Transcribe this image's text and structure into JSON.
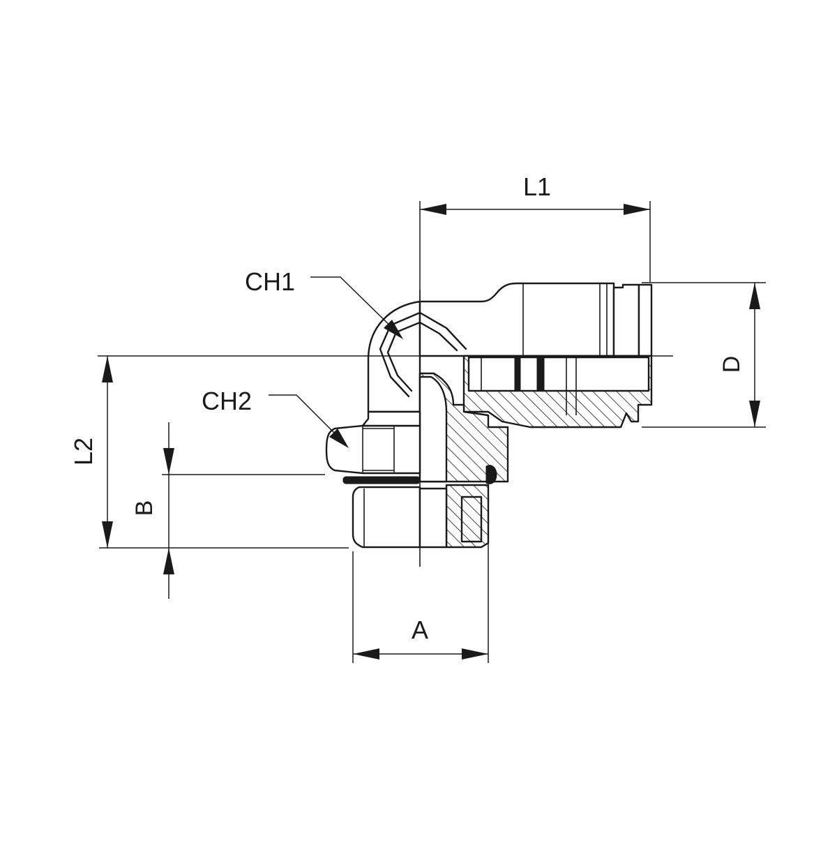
{
  "labels": {
    "l1": "L1",
    "l2": "L2",
    "d": "D",
    "b": "B",
    "a": "A",
    "ch1": "CH1",
    "ch2": "CH2"
  },
  "colors": {
    "line": "#1a1a1a",
    "background": "#ffffff"
  }
}
